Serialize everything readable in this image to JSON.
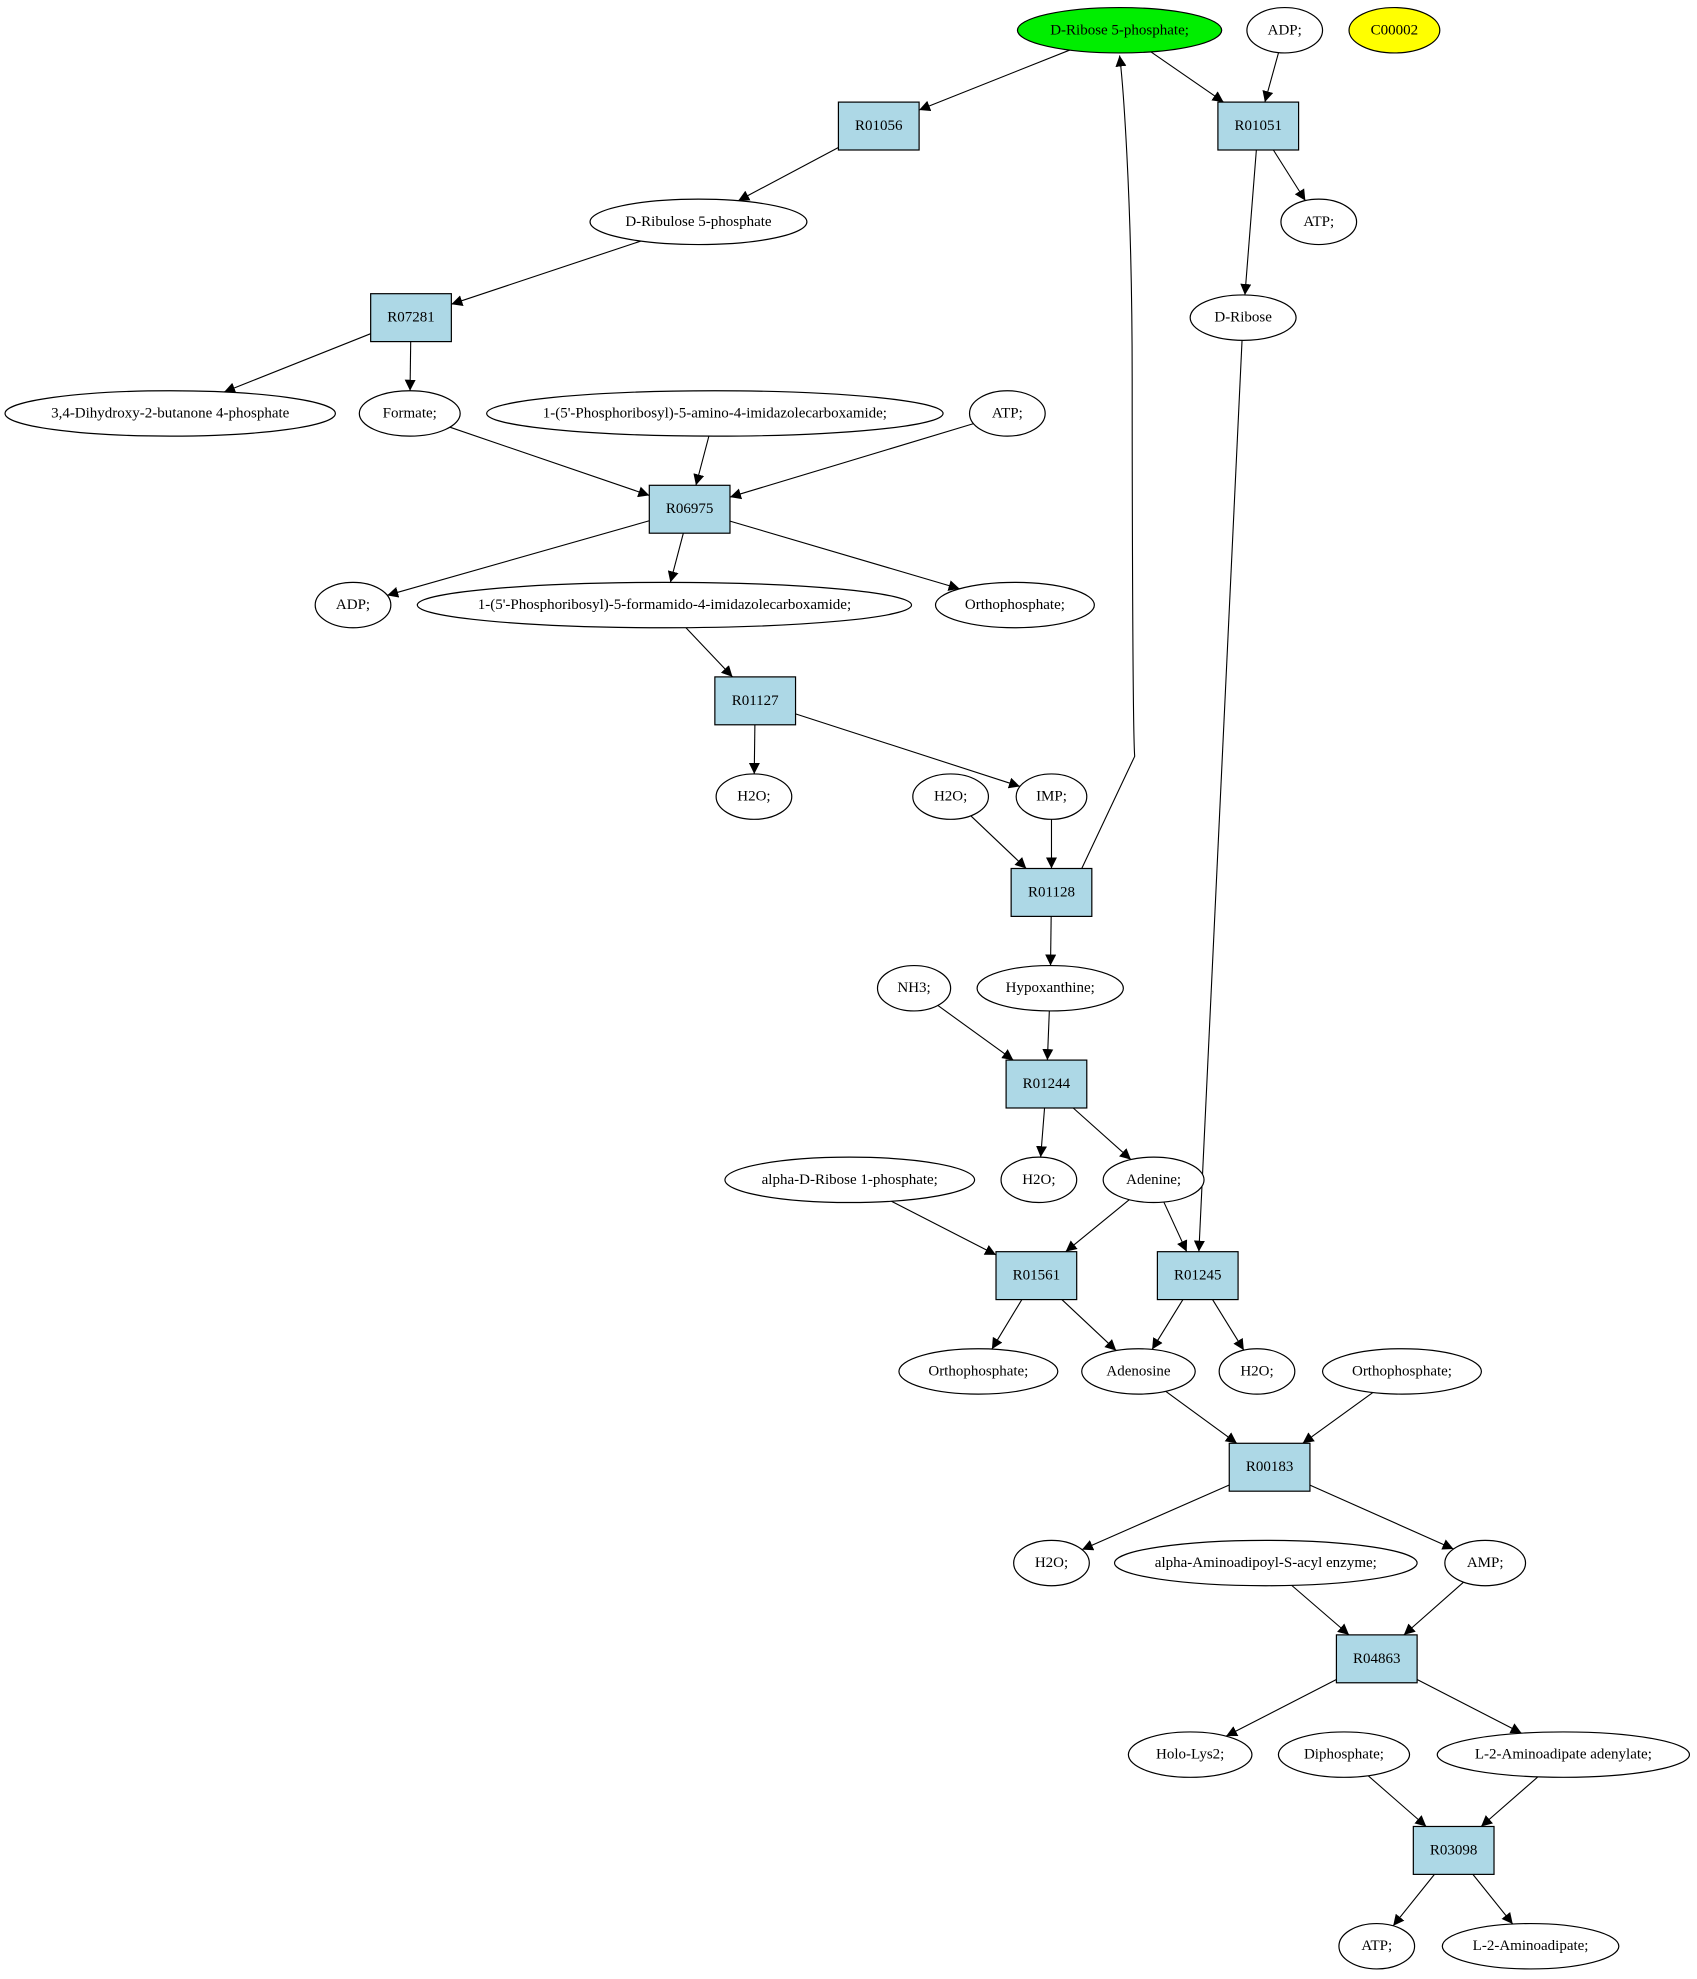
{
  "colors": {
    "reaction_fill": "#add8e6",
    "compound_fill": "#ffffff",
    "highlight_green": "#00ee00",
    "highlight_yellow": "#ffff00",
    "stroke": "#000000"
  },
  "nodes": [
    {
      "id": "d_ribose_5p",
      "label": "D-Ribose 5-phosphate;",
      "type": "compound",
      "fill": "#00ee00"
    },
    {
      "id": "adp_top",
      "label": "ADP;",
      "type": "compound"
    },
    {
      "id": "c00002",
      "label": "C00002",
      "type": "compound",
      "fill": "#ffff00"
    },
    {
      "id": "r01056",
      "label": "R01056",
      "type": "reaction"
    },
    {
      "id": "r01051",
      "label": "R01051",
      "type": "reaction"
    },
    {
      "id": "d_ribulose_5p",
      "label": "D-Ribulose 5-phosphate",
      "type": "compound"
    },
    {
      "id": "atp_1",
      "label": "ATP;",
      "type": "compound"
    },
    {
      "id": "r07281",
      "label": "R07281",
      "type": "reaction"
    },
    {
      "id": "d_ribose",
      "label": "D-Ribose",
      "type": "compound"
    },
    {
      "id": "dihydroxy_butanone",
      "label": "3,4-Dihydroxy-2-butanone 4-phosphate",
      "type": "compound"
    },
    {
      "id": "formate",
      "label": "Formate;",
      "type": "compound"
    },
    {
      "id": "aicar",
      "label": "1-(5'-Phosphoribosyl)-5-amino-4-imidazolecarboxamide;",
      "type": "compound"
    },
    {
      "id": "atp_2",
      "label": "ATP;",
      "type": "compound"
    },
    {
      "id": "r06975",
      "label": "R06975",
      "type": "reaction"
    },
    {
      "id": "adp_2",
      "label": "ADP;",
      "type": "compound"
    },
    {
      "id": "faicar",
      "label": "1-(5'-Phosphoribosyl)-5-formamido-4-imidazolecarboxamide;",
      "type": "compound"
    },
    {
      "id": "orthophosphate_1",
      "label": "Orthophosphate;",
      "type": "compound"
    },
    {
      "id": "r01127",
      "label": "R01127",
      "type": "reaction"
    },
    {
      "id": "h2o_1",
      "label": "H2O;",
      "type": "compound"
    },
    {
      "id": "h2o_2",
      "label": "H2O;",
      "type": "compound"
    },
    {
      "id": "imp",
      "label": "IMP;",
      "type": "compound"
    },
    {
      "id": "r01128",
      "label": "R01128",
      "type": "reaction"
    },
    {
      "id": "nh3",
      "label": "NH3;",
      "type": "compound"
    },
    {
      "id": "hypoxanthine",
      "label": "Hypoxanthine;",
      "type": "compound"
    },
    {
      "id": "r01244",
      "label": "R01244",
      "type": "reaction"
    },
    {
      "id": "alpha_ribose_1p",
      "label": "alpha-D-Ribose 1-phosphate;",
      "type": "compound"
    },
    {
      "id": "h2o_3",
      "label": "H2O;",
      "type": "compound"
    },
    {
      "id": "adenine",
      "label": "Adenine;",
      "type": "compound"
    },
    {
      "id": "r01561",
      "label": "R01561",
      "type": "reaction"
    },
    {
      "id": "r01245",
      "label": "R01245",
      "type": "reaction"
    },
    {
      "id": "orthophosphate_2",
      "label": "Orthophosphate;",
      "type": "compound"
    },
    {
      "id": "adenosine",
      "label": "Adenosine",
      "type": "compound"
    },
    {
      "id": "h2o_4",
      "label": "H2O;",
      "type": "compound"
    },
    {
      "id": "orthophosphate_3",
      "label": "Orthophosphate;",
      "type": "compound"
    },
    {
      "id": "r00183",
      "label": "R00183",
      "type": "reaction"
    },
    {
      "id": "h2o_5",
      "label": "H2O;",
      "type": "compound"
    },
    {
      "id": "alpha_aminoadipoyl",
      "label": "alpha-Aminoadipoyl-S-acyl enzyme;",
      "type": "compound"
    },
    {
      "id": "amp",
      "label": "AMP;",
      "type": "compound"
    },
    {
      "id": "r04863",
      "label": "R04863",
      "type": "reaction"
    },
    {
      "id": "holo_lys2",
      "label": "Holo-Lys2;",
      "type": "compound"
    },
    {
      "id": "diphosphate",
      "label": "Diphosphate;",
      "type": "compound"
    },
    {
      "id": "aminoadipate_adenylate",
      "label": "L-2-Aminoadipate adenylate;",
      "type": "compound"
    },
    {
      "id": "r03098",
      "label": "R03098",
      "type": "reaction"
    },
    {
      "id": "atp_3",
      "label": "ATP;",
      "type": "compound"
    },
    {
      "id": "aminoadipate",
      "label": "L-2-Aminoadipate;",
      "type": "compound"
    }
  ],
  "edges": [
    [
      "d_ribose_5p",
      "r01056"
    ],
    [
      "d_ribose_5p",
      "r01051"
    ],
    [
      "adp_top",
      "r01051"
    ],
    [
      "r01056",
      "d_ribulose_5p"
    ],
    [
      "r01051",
      "atp_1"
    ],
    [
      "r01051",
      "d_ribose"
    ],
    [
      "d_ribulose_5p",
      "r07281"
    ],
    [
      "r07281",
      "dihydroxy_butanone"
    ],
    [
      "r07281",
      "formate"
    ],
    [
      "formate",
      "r06975"
    ],
    [
      "aicar",
      "r06975"
    ],
    [
      "atp_2",
      "r06975"
    ],
    [
      "r06975",
      "adp_2"
    ],
    [
      "r06975",
      "faicar"
    ],
    [
      "r06975",
      "orthophosphate_1"
    ],
    [
      "faicar",
      "r01127"
    ],
    [
      "r01127",
      "h2o_1"
    ],
    [
      "r01127",
      "imp"
    ],
    [
      "h2o_2",
      "r01128"
    ],
    [
      "imp",
      "r01128"
    ],
    [
      "r01128",
      "d_ribose_5p"
    ],
    [
      "r01128",
      "hypoxanthine"
    ],
    [
      "nh3",
      "r01244"
    ],
    [
      "hypoxanthine",
      "r01244"
    ],
    [
      "r01244",
      "h2o_3"
    ],
    [
      "r01244",
      "adenine"
    ],
    [
      "alpha_ribose_1p",
      "r01561"
    ],
    [
      "adenine",
      "r01561"
    ],
    [
      "adenine",
      "r01245"
    ],
    [
      "d_ribose",
      "r01245"
    ],
    [
      "r01561",
      "orthophosphate_2"
    ],
    [
      "r01561",
      "adenosine"
    ],
    [
      "r01245",
      "adenosine"
    ],
    [
      "r01245",
      "h2o_4"
    ],
    [
      "adenosine",
      "r00183"
    ],
    [
      "orthophosphate_3",
      "r00183"
    ],
    [
      "r00183",
      "h2o_5"
    ],
    [
      "r00183",
      "amp"
    ],
    [
      "alpha_aminoadipoyl",
      "r04863"
    ],
    [
      "amp",
      "r04863"
    ],
    [
      "r04863",
      "holo_lys2"
    ],
    [
      "r04863",
      "aminoadipate_adenylate"
    ],
    [
      "diphosphate",
      "r03098"
    ],
    [
      "aminoadipate_adenylate",
      "r03098"
    ],
    [
      "r03098",
      "atp_3"
    ],
    [
      "r03098",
      "aminoadipate"
    ]
  ]
}
